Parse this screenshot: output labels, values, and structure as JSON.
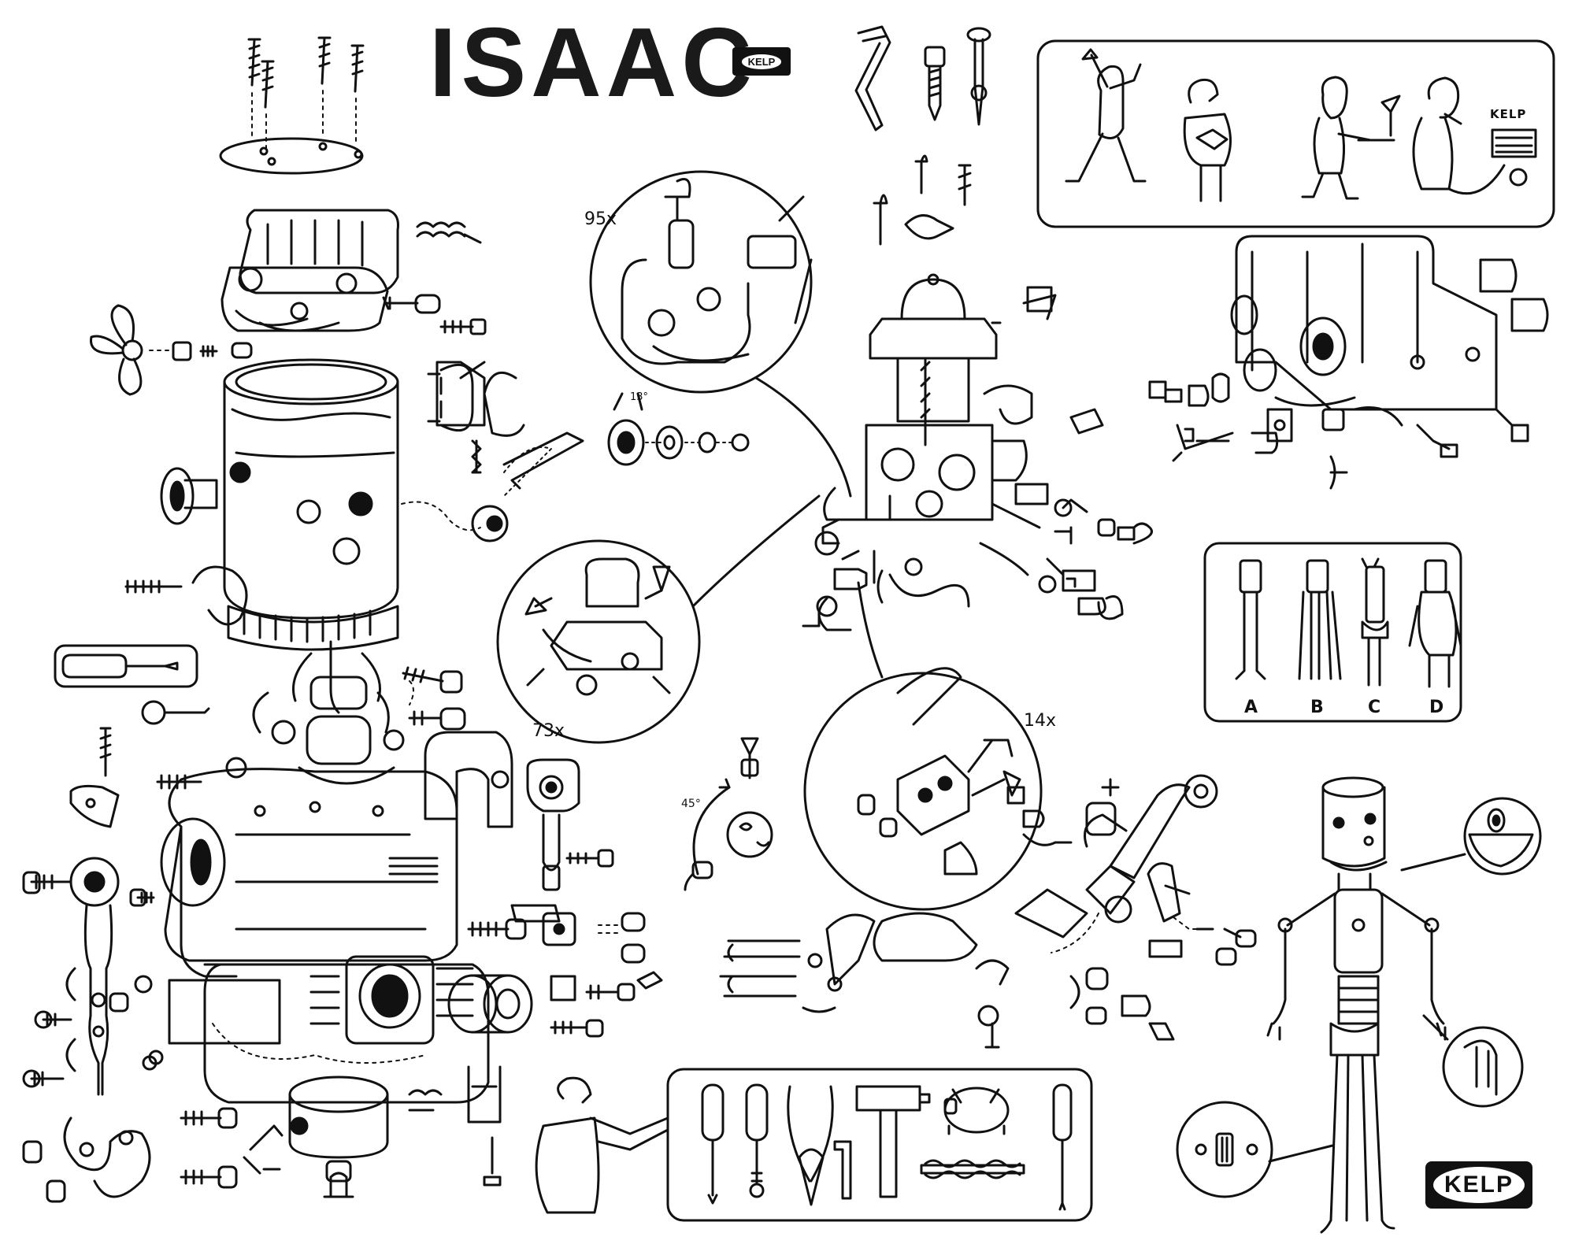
{
  "title": "ISAAC",
  "brand": "KELP",
  "counts": {
    "detail_top": "95x",
    "detail_left": "73x",
    "detail_right": "14x"
  },
  "angle_label": "45°",
  "small_angle_label": "13°",
  "variants": [
    "A",
    "B",
    "C",
    "D"
  ],
  "colors": {
    "ink": "#111111",
    "paper": "#ffffff"
  },
  "icons": [
    "axe-man-icon",
    "reading-man-icon",
    "waiter-icon",
    "phone-man-icon",
    "kelp-card-icon",
    "screwdriver-icon",
    "key-icon",
    "pliers-icon",
    "hammer-icon",
    "allen-key-icon",
    "pig-icon",
    "drill-bit-icon",
    "awl-icon"
  ]
}
